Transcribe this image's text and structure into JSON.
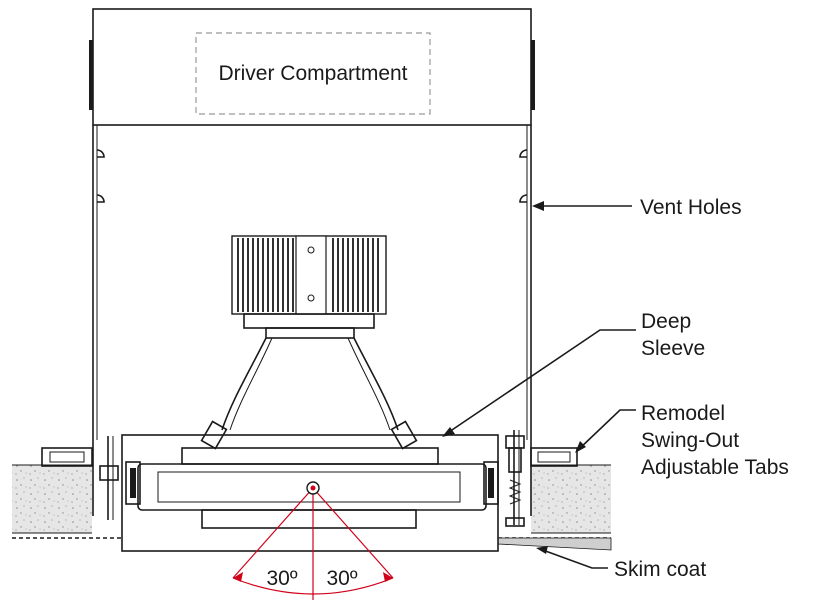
{
  "labels": {
    "driver_compartment": "Driver Compartment",
    "vent_holes": "Vent Holes",
    "deep_sleeve_1": "Deep",
    "deep_sleeve_2": "Sleeve",
    "remodel_1": "Remodel",
    "remodel_2": "Swing-Out",
    "remodel_3": "Adjustable Tabs",
    "skim_coat": "Skim coat",
    "angle_left": "30º",
    "angle_right": "30º"
  },
  "colors": {
    "line": "#1a1a1a",
    "tilt_indicator": "#d0021b",
    "ceiling_fill": "#e6e6e6",
    "skim_coat_fill": "#cfcfcf"
  }
}
